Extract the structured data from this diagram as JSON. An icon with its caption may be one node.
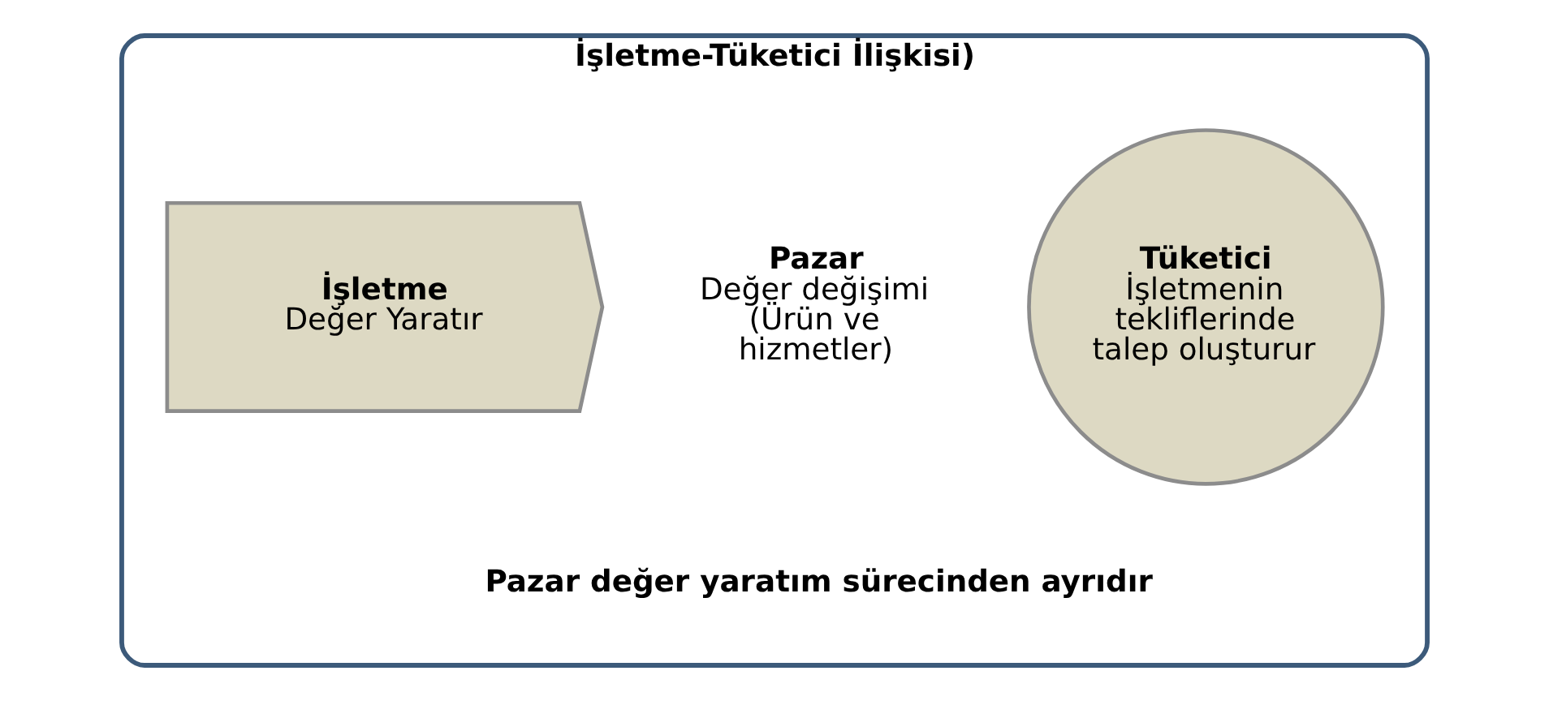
{
  "diagram": {
    "nodes": [
      {
        "text": [
          "İşletme-Tüketici İlişkisi)",
          "Pazar değer yaratım sürecinden ayrıdır"
        ]
      },
      {
        "text": [
          "İşletme",
          "Değer Yaratır"
        ],
        "in": 0
      },
      {
        "text": [
          "Tüketici",
          "İşletmenin tekliflerinde talep oluşturur"
        ],
        "in": 0
      }
    ],
    "edges": [],
    "labels": [
      "Pazar",
      "Değer değişimi (Ürün ve hizmetler)"
    ]
  }
}
